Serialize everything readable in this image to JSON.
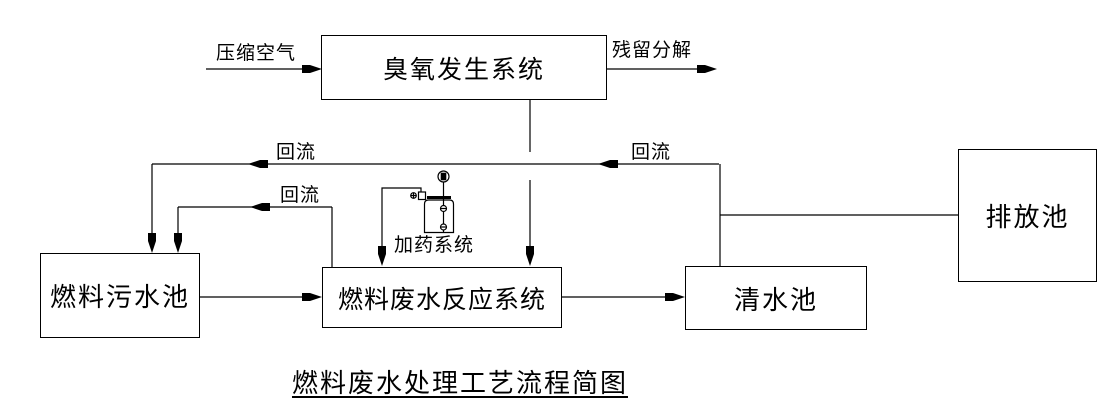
{
  "diagram": {
    "title": "燃料废水处理工艺流程简图",
    "boxes": {
      "ozone": "臭氧发生系统",
      "sewage": "燃料污水池",
      "reaction": "燃料废水反应系统",
      "clear": "清水池",
      "discharge": "排放池"
    },
    "flow_labels": {
      "compressed_air": "压缩空气",
      "residual": "残留分解",
      "backflow_1": "回流",
      "backflow_2": "回流",
      "backflow_3": "回流",
      "dosing": "加药系统"
    },
    "colors": {
      "line": "#000000",
      "background": "#ffffff"
    }
  }
}
